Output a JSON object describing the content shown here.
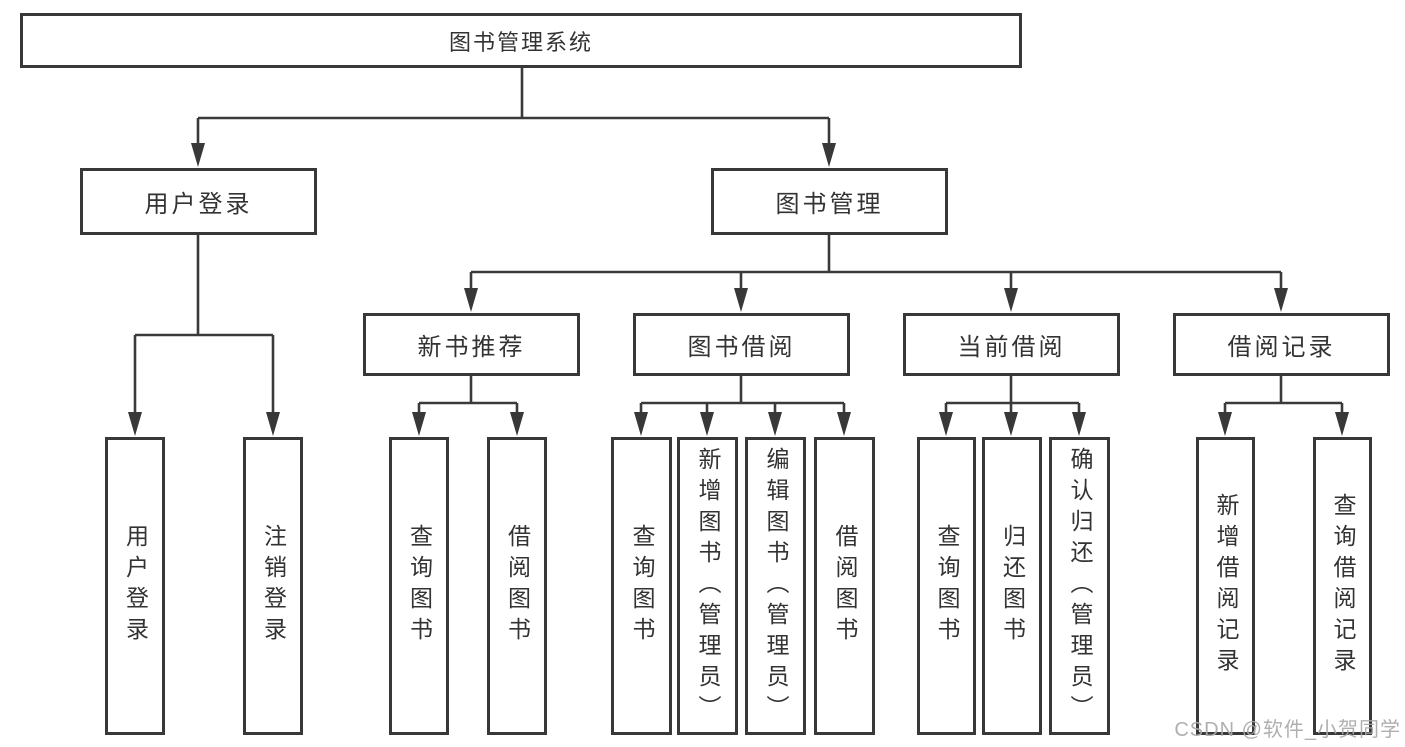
{
  "tree": {
    "label": "图书管理系统",
    "children": [
      {
        "label": "用户登录",
        "children": [
          {
            "label": "用户登录"
          },
          {
            "label": "注销登录"
          }
        ]
      },
      {
        "label": "图书管理",
        "children": [
          {
            "label": "新书推荐",
            "children": [
              {
                "label": "查询图书"
              },
              {
                "label": "借阅图书"
              }
            ]
          },
          {
            "label": "图书借阅",
            "children": [
              {
                "label": "查询图书"
              },
              {
                "label": "新增图书（管理员）"
              },
              {
                "label": "编辑图书（管理员）"
              },
              {
                "label": "借阅图书"
              }
            ]
          },
          {
            "label": "当前借阅",
            "children": [
              {
                "label": "查询图书"
              },
              {
                "label": "归还图书"
              },
              {
                "label": "确认归还（管理员）"
              }
            ]
          },
          {
            "label": "借阅记录",
            "children": [
              {
                "label": "新增借阅记录"
              },
              {
                "label": "查询借阅记录"
              }
            ]
          }
        ]
      }
    ]
  },
  "watermark": {
    "text": "CSDN @软件_小贺同学"
  },
  "colors": {
    "background": "#ffffff",
    "box_border": "#383838",
    "connector_line": "#3a3a3a",
    "text": "#333333",
    "watermark": "#a9a9a9"
  }
}
